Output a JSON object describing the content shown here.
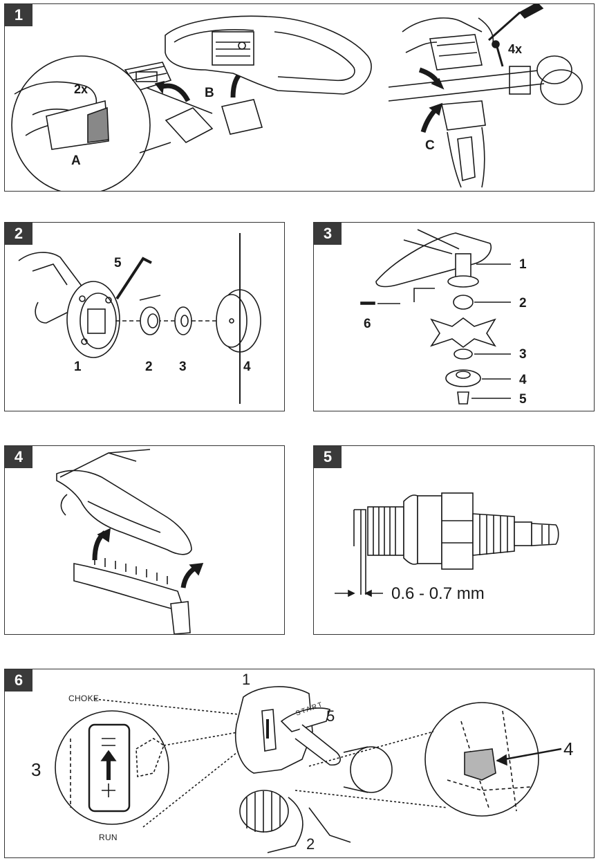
{
  "panels": [
    {
      "number": "1",
      "labels": {
        "a": "A",
        "b": "B",
        "c": "C",
        "count_2x": "2x",
        "count_4x": "4x"
      }
    },
    {
      "number": "2",
      "labels": {
        "p1": "1",
        "p2": "2",
        "p3": "3",
        "p4": "4",
        "p5": "5"
      }
    },
    {
      "number": "3",
      "labels": {
        "p1": "1",
        "p2": "2",
        "p3": "3",
        "p4": "4",
        "p5": "5",
        "p6": "6"
      }
    },
    {
      "number": "4"
    },
    {
      "number": "5",
      "measurement": "0.6 - 0.7 mm"
    },
    {
      "number": "6",
      "labels": {
        "p1": "1",
        "p2": "2",
        "p3": "3",
        "p4": "4",
        "p5": "5",
        "choke": "CHOKE",
        "run": "RUN",
        "start": "START"
      }
    }
  ],
  "colors": {
    "ink": "#1a1a1a",
    "badge": "#3a3a3a",
    "fill_gray": "#b5b5b5"
  }
}
